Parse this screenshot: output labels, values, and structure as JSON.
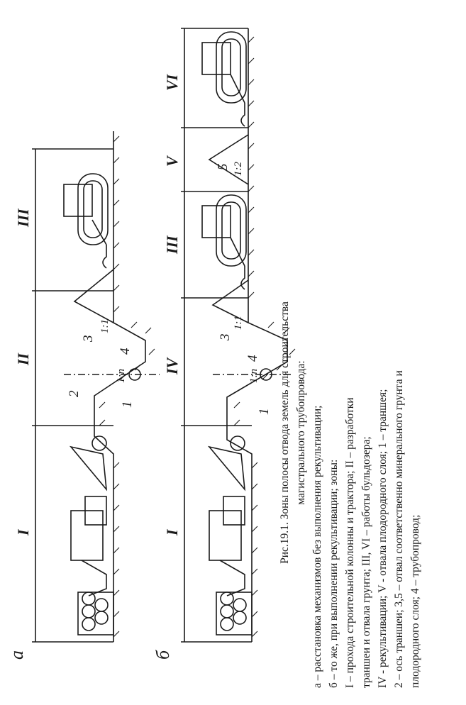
{
  "figure": {
    "panel_a": {
      "letter": "а",
      "zones": [
        "I",
        "II",
        "III"
      ],
      "labels": {
        "one": "1",
        "two": "2",
        "three": "3",
        "four": "4",
        "slope_spoil": "1:1",
        "slope_trench": "1:n"
      }
    },
    "panel_b": {
      "letter": "б",
      "zones": [
        "I",
        "IV",
        "III",
        "V",
        "VI"
      ],
      "labels": {
        "one": "1",
        "three": "3",
        "four": "4",
        "five": "5",
        "slope_spoil": "1:1",
        "slope_topsoil": "1:2",
        "slope_trench": "1:n"
      }
    }
  },
  "caption": {
    "title": "Рис.19.1. Зоны полосы отвода земель для строительства",
    "subtitle": "магистрального трубопровода:",
    "lines": [
      "а   – расстановка механизмов без выполнения рекультивации;",
      "б   – то же, при выполнении рекультивации; зоны:",
      "I  –  прохода  строительной  колонны  и  трактора;  II  –  разработки",
      "траншеи и отвала грунта; III, VI – работы бульдозера;",
      "IV - рекультивации; V - отвала плодородного слоя; 1 – траншея;",
      "2 – ось траншеи; 3,5 – отвал соответственно  минерального грунта и",
      "плодородного слоя; 4 – трубопровод;"
    ]
  }
}
